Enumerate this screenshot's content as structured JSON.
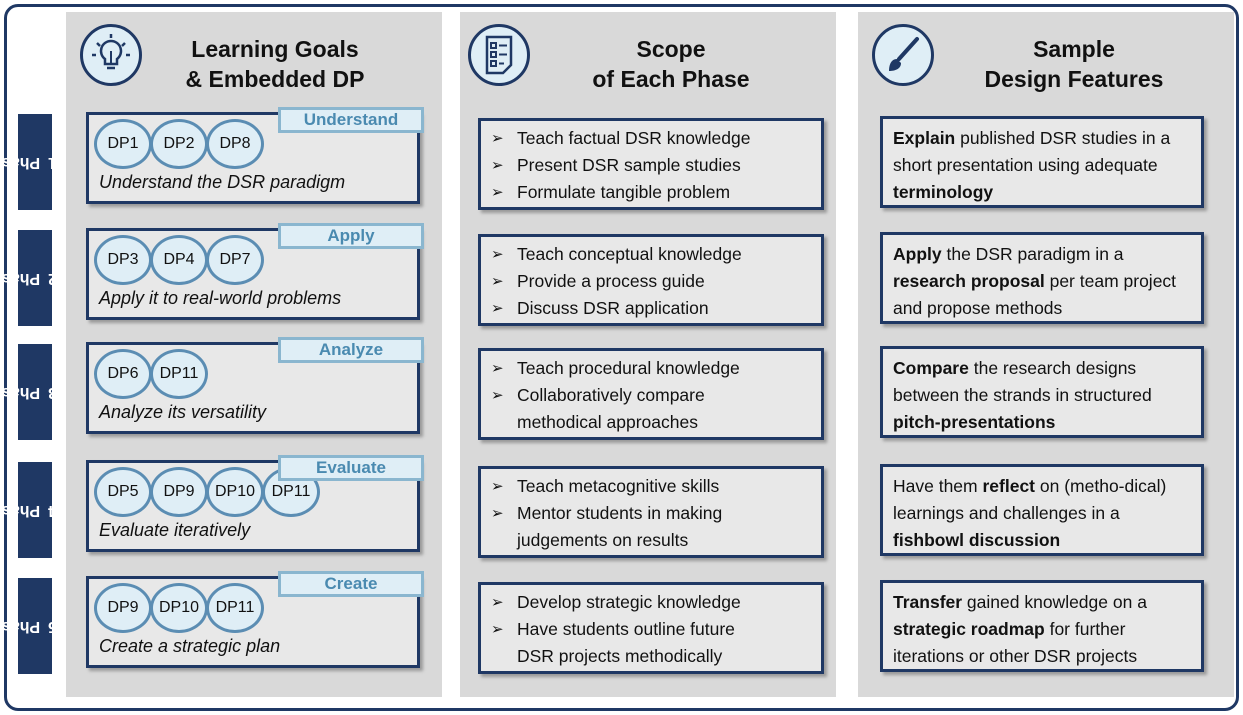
{
  "columns": [
    {
      "title_line1": "Learning Goals",
      "title_line2": "& Embedded DP",
      "icon": "lightbulb-icon"
    },
    {
      "title_line1": "Scope",
      "title_line2": "of Each Phase",
      "icon": "checklist-icon"
    },
    {
      "title_line1": "Sample",
      "title_line2": "Design Features",
      "icon": "paintbrush-icon"
    }
  ],
  "phases": [
    {
      "word": "Phase",
      "num": "1",
      "bloom": "Understand",
      "dps": [
        "DP1",
        "DP2",
        "DP8"
      ],
      "caption": "Understand the DSR paradigm",
      "scope": [
        "Teach factual DSR knowledge",
        "Present DSR sample studies",
        "Formulate tangible problem"
      ],
      "feature": [
        {
          "t": "Explain",
          "b": true
        },
        {
          "t": " published DSR studies in a short presentation using adequate ",
          "b": false
        },
        {
          "t": "terminology",
          "b": true
        }
      ]
    },
    {
      "word": "Phase",
      "num": "2",
      "bloom": "Apply",
      "dps": [
        "DP3",
        "DP4",
        "DP7"
      ],
      "caption": "Apply it to real-world problems",
      "scope": [
        "Teach conceptual knowledge",
        "Provide a process guide",
        "Discuss DSR application"
      ],
      "feature": [
        {
          "t": "Apply",
          "b": true
        },
        {
          "t": " the DSR paradigm in a ",
          "b": false
        },
        {
          "t": "research proposal",
          "b": true
        },
        {
          "t": " per team project and propose methods",
          "b": false
        }
      ]
    },
    {
      "word": "Phase",
      "num": "3",
      "bloom": "Analyze",
      "dps": [
        "DP6",
        "DP11"
      ],
      "caption": "Analyze its versatility",
      "scope": [
        "Teach procedural knowledge",
        "Collaboratively compare",
        "methodical approaches"
      ],
      "feature": [
        {
          "t": "Compare",
          "b": true
        },
        {
          "t": " the research designs between the strands in structured ",
          "b": false
        },
        {
          "t": "pitch-presentations",
          "b": true
        }
      ]
    },
    {
      "word": "Phase",
      "num": "4",
      "bloom": "Evaluate",
      "dps": [
        "DP5",
        "DP9",
        "DP10",
        "DP11"
      ],
      "caption": "Evaluate iteratively",
      "scope": [
        "Teach metacognitive skills",
        "Mentor students in making",
        "judgements on results"
      ],
      "feature": [
        {
          "t": "Have them ",
          "b": false
        },
        {
          "t": "reflect",
          "b": true
        },
        {
          "t": " on (metho-dical) learnings and challenges in a ",
          "b": false
        },
        {
          "t": "fishbowl discussion",
          "b": true
        }
      ]
    },
    {
      "word": "Phase",
      "num": "5",
      "bloom": "Create",
      "dps": [
        "DP9",
        "DP10",
        "DP11"
      ],
      "caption": "Create a strategic plan",
      "scope": [
        "Develop strategic knowledge",
        "Have students outline future",
        "DSR projects methodically"
      ],
      "feature": [
        {
          "t": "Transfer",
          "b": true
        },
        {
          "t": " gained knowledge on a ",
          "b": false
        },
        {
          "t": "strategic roadmap",
          "b": true
        },
        {
          "t": " for further iterations or other DSR projects",
          "b": false
        }
      ]
    }
  ],
  "bullet_glyph": "➢",
  "colors": {
    "navy": "#1f3864",
    "bloom_text": "#4a8ab0",
    "panel": "#d9d9d9",
    "box": "#e8e8e8",
    "dp_fill": "#dfeef6"
  }
}
